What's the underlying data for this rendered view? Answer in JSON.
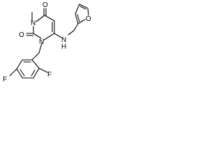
{
  "molecule": {
    "atom_labels": {
      "o_top": "O",
      "n3": "N",
      "methyl": "",
      "o_left": "O",
      "n1": "N",
      "nh": "N",
      "h": "H",
      "o_furan": "O",
      "f_left": "F",
      "f_right": "F"
    }
  }
}
